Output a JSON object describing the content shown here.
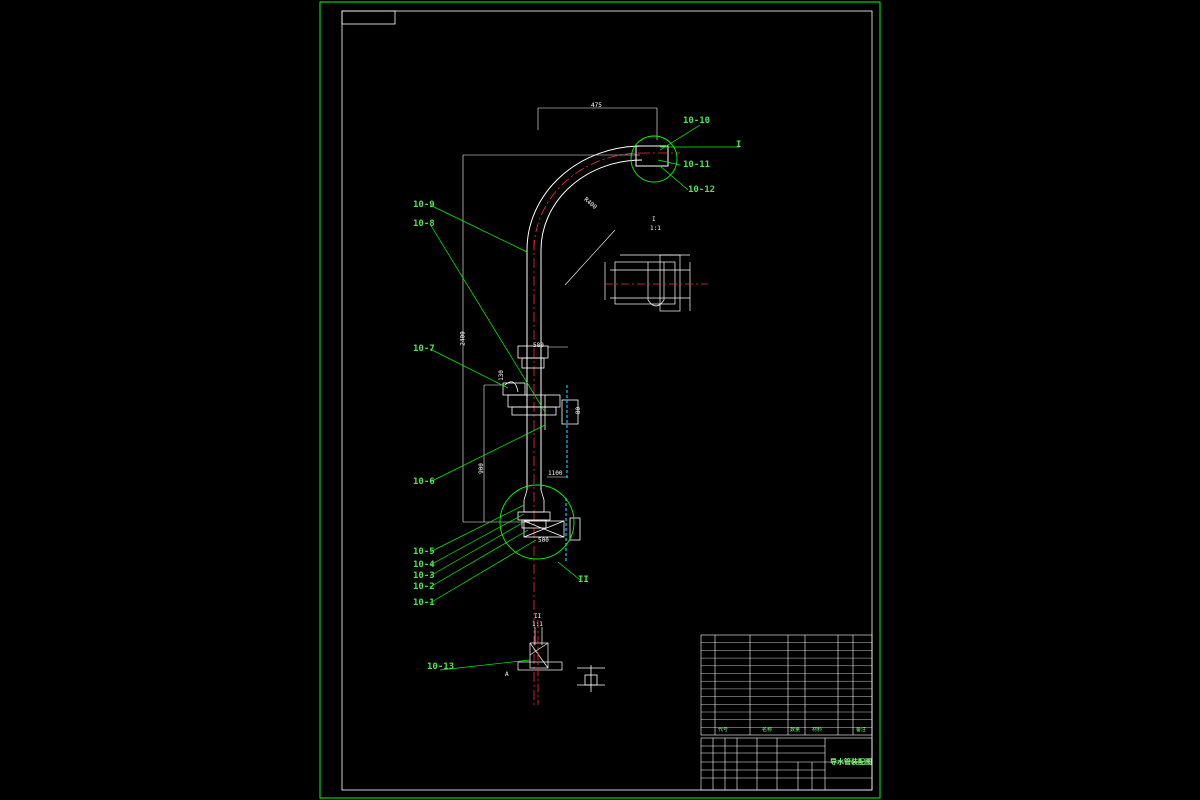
{
  "colors": {
    "background": "#000000",
    "border": "#00ff00",
    "outline": "#ffffff",
    "centerline": "#ff2a2a",
    "leader": "#00ff00",
    "label": "#4fe34f",
    "accent_cyan": "#00c8ff"
  },
  "part_labels": {
    "p10_10": "10-10",
    "p10_11": "10-11",
    "p10_12": "10-12",
    "p10_9": "10-9",
    "p10_8": "10-8",
    "p10_7": "10-7",
    "p10_6": "10-6",
    "p10_5": "10-5",
    "p10_4": "10-4",
    "p10_3": "10-3",
    "p10_2": "10-2",
    "p10_1": "10-1",
    "p10_13": "10-13"
  },
  "section_marks": {
    "I": "I",
    "II": "II",
    "A": "A",
    "detail_I_scale": "1:1",
    "detail_II_scale": "1:1"
  },
  "dimensions": {
    "top_span": "475",
    "arc_radius": "R400",
    "total_height": "2400",
    "mid_span": "580",
    "lower_height": "900",
    "low_span": "1100",
    "base_width": "500",
    "small_a": "130",
    "small_b": "80"
  },
  "title_block": {
    "drawing_title": "导水管装配图",
    "header_code": "代号",
    "header_name": "名称",
    "header_qty": "数量",
    "header_material": "材料",
    "header_remark": "备注"
  }
}
